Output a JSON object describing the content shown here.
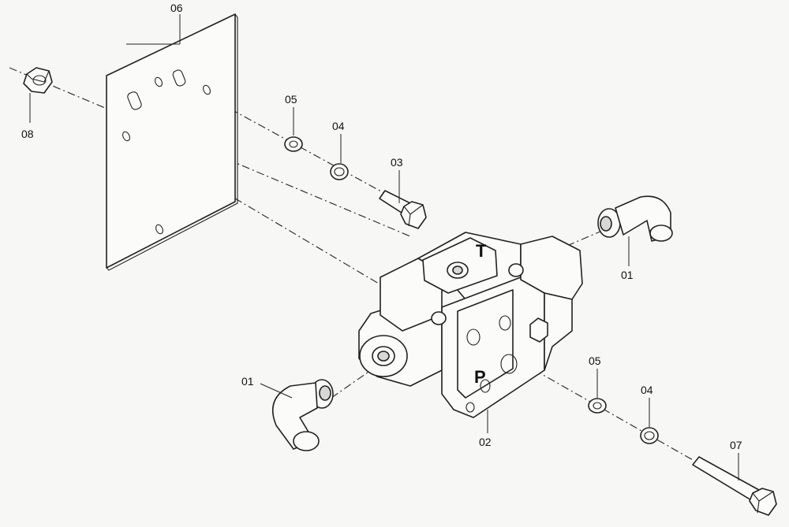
{
  "diagram": {
    "callouts": {
      "c06": "06",
      "c08": "08",
      "c05a": "05",
      "c04a": "04",
      "c03": "03",
      "c01a": "01",
      "c01b": "01",
      "c02": "02",
      "c05b": "05",
      "c04b": "04",
      "c07": "07"
    },
    "port_labels": {
      "t": "T",
      "p": "P"
    }
  }
}
